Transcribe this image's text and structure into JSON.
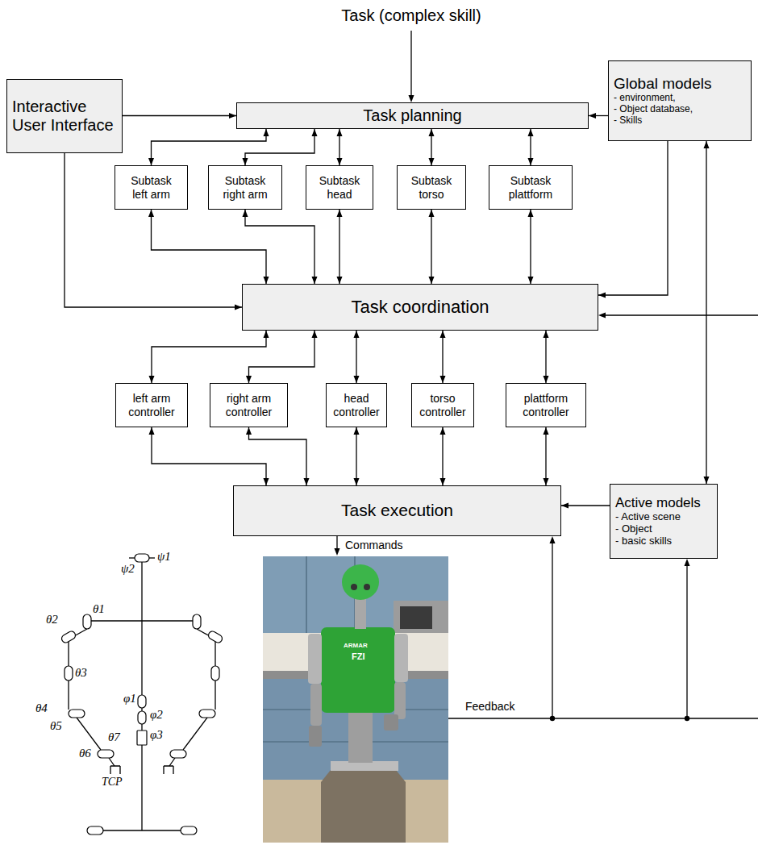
{
  "diagram": {
    "nodes": [
      {
        "text": [
          "Interactive User Interface"
        ]
      },
      {
        "text": [
          "Task planning"
        ]
      },
      {
        "text": [
          "Global models",
          "- environment,",
          "- Object database,",
          "- Skills"
        ]
      },
      {
        "text": [
          "Subtask left arm"
        ]
      },
      {
        "text": [
          "Subtask right arm"
        ]
      },
      {
        "text": [
          "Subtask head"
        ]
      },
      {
        "text": [
          "Subtask torso"
        ]
      },
      {
        "text": [
          "Subtask plattform"
        ]
      },
      {
        "text": [
          "Task coordination"
        ]
      },
      {
        "text": [
          "left arm controller"
        ]
      },
      {
        "text": [
          "right arm controller"
        ]
      },
      {
        "text": [
          "head controller"
        ]
      },
      {
        "text": [
          "torso controller"
        ]
      },
      {
        "text": [
          "plattform controller"
        ]
      },
      {
        "text": [
          "Task execution"
        ]
      },
      {
        "text": [
          "Active models",
          "- Active scene",
          "- Object",
          "- basic skills"
        ]
      }
    ],
    "edges": [
      {
        "from": 0,
        "to": 1,
        "arrow": "to"
      },
      {
        "from": 0,
        "to": 8,
        "arrow": "to"
      },
      {
        "from": 2,
        "to": 1,
        "arrow": "to"
      },
      {
        "from": 2,
        "to": 8,
        "arrow": "to"
      },
      {
        "from": 2,
        "to": 15,
        "arrow": "both"
      },
      {
        "from": 1,
        "to": 3,
        "arrow": "both"
      },
      {
        "from": 1,
        "to": 4,
        "arrow": "both"
      },
      {
        "from": 1,
        "to": 5,
        "arrow": "both"
      },
      {
        "from": 1,
        "to": 6,
        "arrow": "both"
      },
      {
        "from": 1,
        "to": 7,
        "arrow": "both"
      },
      {
        "from": 3,
        "to": 8,
        "arrow": "both"
      },
      {
        "from": 4,
        "to": 8,
        "arrow": "both"
      },
      {
        "from": 5,
        "to": 8,
        "arrow": "both"
      },
      {
        "from": 6,
        "to": 8,
        "arrow": "both"
      },
      {
        "from": 7,
        "to": 8,
        "arrow": "both"
      },
      {
        "from": 8,
        "to": 9,
        "arrow": "both"
      },
      {
        "from": 8,
        "to": 10,
        "arrow": "both"
      },
      {
        "from": 8,
        "to": 11,
        "arrow": "both"
      },
      {
        "from": 8,
        "to": 12,
        "arrow": "both"
      },
      {
        "from": 8,
        "to": 13,
        "arrow": "both"
      },
      {
        "from": 9,
        "to": 14,
        "arrow": "both"
      },
      {
        "from": 10,
        "to": 14,
        "arrow": "both"
      },
      {
        "from": 11,
        "to": 14,
        "arrow": "both"
      },
      {
        "from": 12,
        "to": 14,
        "arrow": "both"
      },
      {
        "from": 13,
        "to": 14,
        "arrow": "both"
      },
      {
        "from": 15,
        "to": 14,
        "arrow": "to"
      }
    ],
    "labels": [
      "Task (complex skill)",
      "Commands",
      "Feedback",
      "ARMAR",
      "FZI",
      "ψ1",
      "ψ2",
      "θ2",
      "θ1",
      "θ3",
      "θ4",
      "θ5",
      "θ7",
      "θ6",
      "TCP",
      "φ1",
      "φ2",
      "φ3"
    ]
  }
}
